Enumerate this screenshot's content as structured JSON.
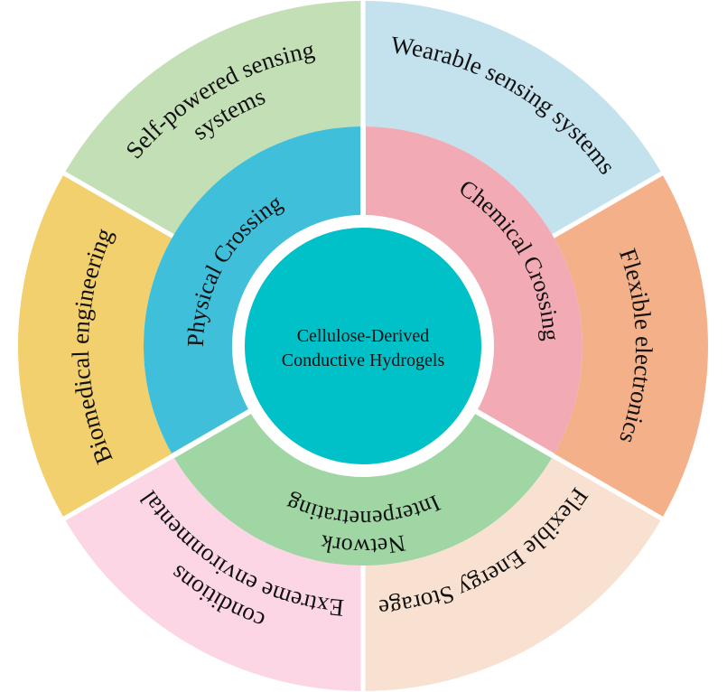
{
  "center": {
    "line1": "Cellulose-Derived",
    "line2": "Conductive Hydrogels",
    "color": "#00C0C8"
  },
  "middle": [
    {
      "key": "physical",
      "label": "Physical Crossing",
      "color": "#3FBFD9"
    },
    {
      "key": "chemical",
      "label": "Chemical Crossing",
      "color": "#F2ABB5"
    },
    {
      "key": "ipn",
      "line1": "Interpenetrating",
      "line2": "Network",
      "color": "#9FD6A4"
    }
  ],
  "outer": [
    {
      "key": "wearable",
      "label": "Wearable sensing systems",
      "color": "#C3E2EE"
    },
    {
      "key": "flexible-electronics",
      "label": "Flexible electronics",
      "color": "#F4B088"
    },
    {
      "key": "energy-storage",
      "label": "Flexible Energy Storage",
      "color": "#F9E1D1"
    },
    {
      "key": "extreme",
      "line1": "Extreme environmental",
      "line2": "conditions",
      "color": "#FCD6E4"
    },
    {
      "key": "biomedical",
      "label": "Biomedical engineering",
      "color": "#F2D06E"
    },
    {
      "key": "self-powered",
      "line1": "Self-powered sensing",
      "line2": "systems",
      "color": "#C3DFB5"
    }
  ]
}
